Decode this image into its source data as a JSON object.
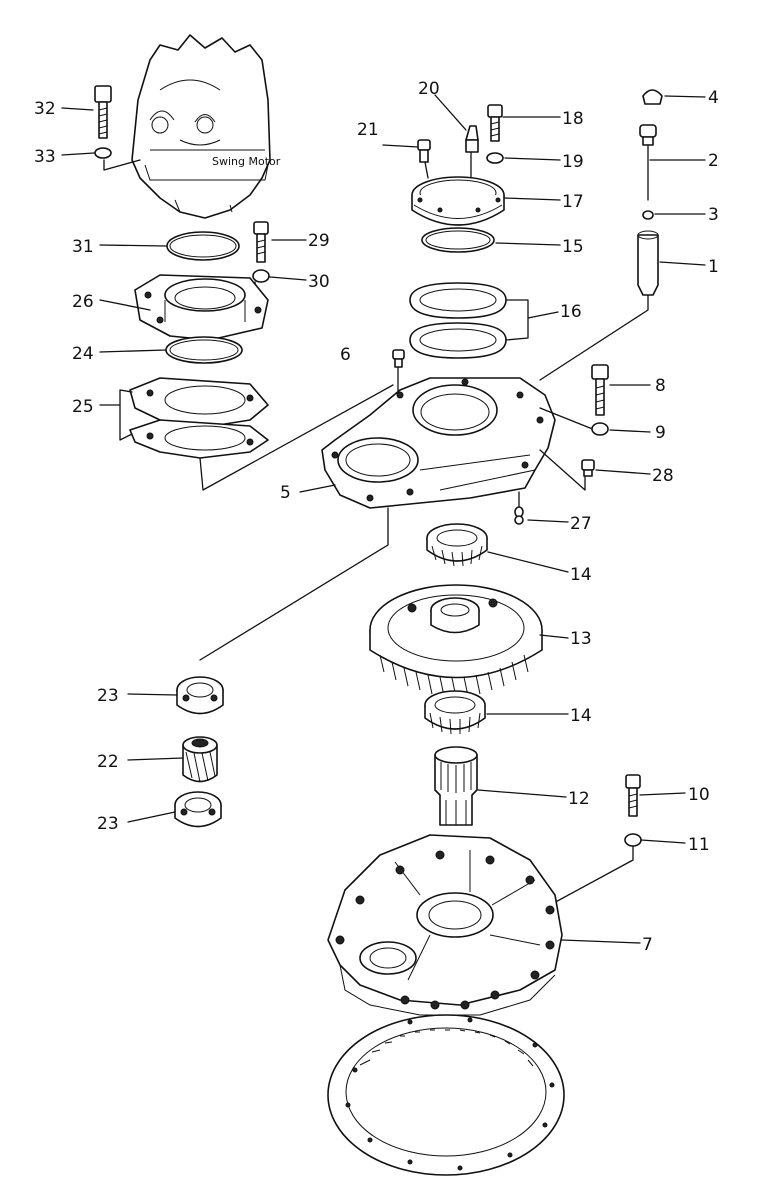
{
  "diagram": {
    "motor_caption": "Swing Motor",
    "part_numbers": {
      "p1": "1",
      "p2": "2",
      "p3": "3",
      "p4": "4",
      "p5": "5",
      "p6": "6",
      "p7": "7",
      "p8": "8",
      "p9": "9",
      "p10": "10",
      "p11": "11",
      "p12": "12",
      "p13": "13",
      "p14a": "14",
      "p14b": "14",
      "p15": "15",
      "p16": "16",
      "p17": "17",
      "p18": "18",
      "p19": "19",
      "p20": "20",
      "p21": "21",
      "p22": "22",
      "p23a": "23",
      "p23b": "23",
      "p24": "24",
      "p25": "25",
      "p26": "26",
      "p27": "27",
      "p28": "28",
      "p29": "29",
      "p30": "30",
      "p31": "31",
      "p32": "32",
      "p33": "33"
    }
  }
}
